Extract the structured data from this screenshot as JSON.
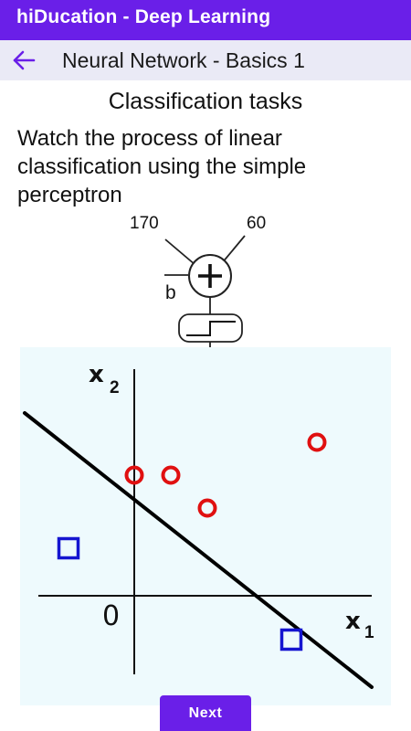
{
  "app": {
    "title": "hiDucation - Deep Learning"
  },
  "toolbar": {
    "title": "Neural Network - Basics 1",
    "back_icon": "arrow-left-icon"
  },
  "content": {
    "heading": "Classification tasks",
    "description": "Watch the process of linear classification using the simple perceptron"
  },
  "perceptron": {
    "weight_1": "170",
    "weight_2": "60",
    "bias_label": "b",
    "sum_symbol": "+",
    "activation_icon": "step-function-icon"
  },
  "chart_data": {
    "type": "scatter",
    "title": "",
    "xlabel": "x",
    "xlabel_sub": "1",
    "ylabel": "x",
    "ylabel_sub": "2",
    "origin_label": "0",
    "xlim": [
      -3,
      7
    ],
    "ylim": [
      -2.5,
      6
    ],
    "grid": false,
    "series": [
      {
        "marker": "circle",
        "color": "#e01010",
        "points": [
          [
            0,
            3.3
          ],
          [
            1,
            3.3
          ],
          [
            2,
            2.4
          ],
          [
            5,
            4.2
          ]
        ]
      },
      {
        "marker": "square",
        "color": "#1515d0",
        "points": [
          [
            -1.8,
            1.3
          ],
          [
            4.3,
            -1.2
          ]
        ]
      }
    ],
    "boundary_line": {
      "x1": -3,
      "y1": 5,
      "x2": 6.5,
      "y2": -2.5,
      "color": "#000000"
    }
  },
  "actions": {
    "next_label": "Next"
  },
  "colors": {
    "primary": "#6a1fe8",
    "toolbar_bg": "#eaeaf6",
    "plot_bg": "#eefafd",
    "class_a": "#e01010",
    "class_b": "#1515d0"
  }
}
